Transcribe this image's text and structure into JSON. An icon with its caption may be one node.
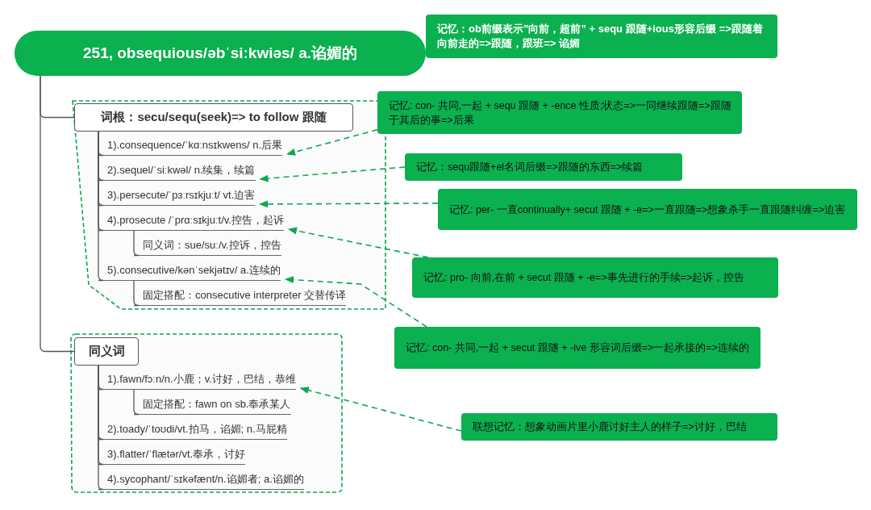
{
  "diagram": {
    "nodes": [
      {
        "text": [
          "251, obsequious/əbˈsiːkwiəs/ a.谄媚的"
        ]
      },
      {
        "text": [
          "记忆：ob前缀表示”向前，超前” + sequ 跟随+ious形容后缀 =>跟随着向前走的=>跟随，跟班=> 谄媚"
        ]
      },
      {
        "text": [],
        "shape": "box"
      },
      {
        "text": [
          "词根：secu/sequ(seek)=> to follow 跟随"
        ],
        "in": 2
      },
      {
        "text": [
          "1).consequence/ˈkɑːnsɪkwens/ n.后果"
        ],
        "in": 2
      },
      {
        "text": [
          "2).sequel/ˈsiːkwəl/ n.续集，续篇"
        ],
        "in": 2
      },
      {
        "text": [
          "3).persecute/ˈpɜːrsɪkjuːt/ vt.迫害"
        ],
        "in": 2
      },
      {
        "text": [
          "4).prosecute /ˈprɑːsɪkjuːt/v.控告，起诉"
        ],
        "in": 2
      },
      {
        "text": [
          "同义词：sue/suː/v.控诉，控告"
        ],
        "in": 2
      },
      {
        "text": [
          "5).consecutive/kənˈsekjətɪv/ a.连续的"
        ],
        "in": 2
      },
      {
        "text": [
          "固定搭配：consecutive interpreter 交替传译"
        ],
        "in": 2
      },
      {
        "text": [
          "记忆: con- 共同,一起 + sequ 跟随 + -ence 性质;状态=>一同继续跟随=>跟随于其后的事=>后果"
        ]
      },
      {
        "text": [
          "记忆：sequ跟随+el名词后缀=>跟随的东西=>续篇"
        ]
      },
      {
        "text": [
          "记忆: per- 一直continually+ secut 跟随 + -e=>一直跟随=>想象杀手一直跟随纠缠=>迫害"
        ]
      },
      {
        "text": [
          "记忆: pro- 向前,在前 + secut 跟随 + -e=>事先进行的手续=>起诉，控告"
        ]
      },
      {
        "text": [
          "记忆: con- 共同,一起 + secut 跟随 + -ive 形容词后缀=>一起承接的=>连续的"
        ]
      },
      {
        "text": [],
        "shape": "box"
      },
      {
        "text": [
          "同义词"
        ],
        "in": 16
      },
      {
        "text": [
          "1).fawn/fɔːn/n.小鹿；v.讨好，巴结，恭维"
        ],
        "in": 16
      },
      {
        "text": [
          "固定搭配：fawn on sb.奉承某人"
        ],
        "in": 16
      },
      {
        "text": [
          "2).toady/ˈtoʊdi/vt.拍马，谄媚; n.马屁精"
        ],
        "in": 16
      },
      {
        "text": [
          "3).flatter/ˈflætər/vt.奉承，讨好"
        ],
        "in": 16
      },
      {
        "text": [
          "4).sycophant/ˈsɪkəfænt/n.谄媚者; a.谄媚的"
        ],
        "in": 16
      },
      {
        "text": [
          "联想记忆：想象动画片里小鹿讨好主人的样子=>讨好，巴结"
        ]
      }
    ],
    "edges": [
      {
        "from": 0,
        "to": 3,
        "arrow": "none"
      },
      {
        "from": 0,
        "to": 17,
        "arrow": "none"
      },
      {
        "from": 3,
        "to": 4,
        "arrow": "none"
      },
      {
        "from": 3,
        "to": 5,
        "arrow": "none"
      },
      {
        "from": 3,
        "to": 6,
        "arrow": "none"
      },
      {
        "from": 3,
        "to": 7,
        "arrow": "none"
      },
      {
        "from": 7,
        "to": 8,
        "arrow": "none"
      },
      {
        "from": 3,
        "to": 9,
        "arrow": "none"
      },
      {
        "from": 9,
        "to": 10,
        "arrow": "none"
      },
      {
        "from": 17,
        "to": 18,
        "arrow": "none"
      },
      {
        "from": 18,
        "to": 19,
        "arrow": "none"
      },
      {
        "from": 17,
        "to": 20,
        "arrow": "none"
      },
      {
        "from": 17,
        "to": 21,
        "arrow": "none"
      },
      {
        "from": 17,
        "to": 22,
        "arrow": "none"
      },
      {
        "from": 11,
        "to": 4,
        "arrow": "to",
        "style": "dashed",
        "color": "#0fa650"
      },
      {
        "from": 12,
        "to": 5,
        "arrow": "to",
        "style": "dashed",
        "color": "#0fa650"
      },
      {
        "from": 13,
        "to": 6,
        "arrow": "to",
        "style": "dashed",
        "color": "#0fa650"
      },
      {
        "from": 14,
        "to": 7,
        "arrow": "to",
        "style": "dashed",
        "color": "#0fa650"
      },
      {
        "from": 15,
        "to": 9,
        "arrow": "to",
        "style": "dashed",
        "color": "#0fa650"
      },
      {
        "from": 23,
        "to": 18,
        "arrow": "to",
        "style": "dashed",
        "color": "#0fa650"
      }
    ]
  }
}
